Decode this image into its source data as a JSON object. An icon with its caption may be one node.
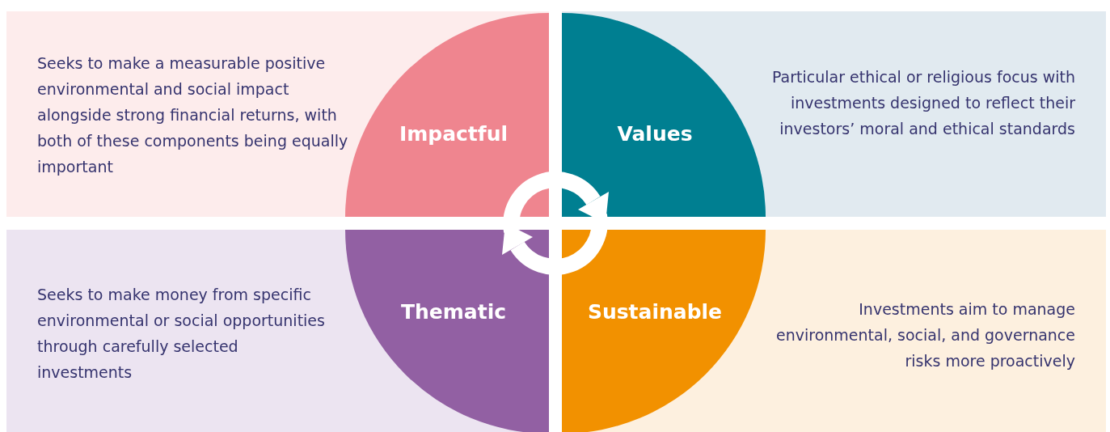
{
  "diagram": {
    "nodes": [
      {
        "text": [
          "Seeks to make a measurable positive environmental and social impact alongside strong financial returns, with both of these components being equally important"
        ]
      },
      {
        "text": [
          "Impactful"
        ],
        "in": 0
      },
      {
        "text": [
          "Particular ethical or religious focus with investments designed to reflect their investors’ moral and ethical standards"
        ]
      },
      {
        "text": [
          "Values"
        ],
        "in": 2
      },
      {
        "text": [
          "Seeks to make money from specific environmental or social opportunities through carefully selected investments"
        ]
      },
      {
        "text": [
          "Thematic"
        ],
        "in": 4
      },
      {
        "text": [
          "Investments aim to manage environmental, social, and governance risks more proactively"
        ]
      },
      {
        "text": [
          "Sustainable"
        ],
        "in": 6
      }
    ]
  }
}
